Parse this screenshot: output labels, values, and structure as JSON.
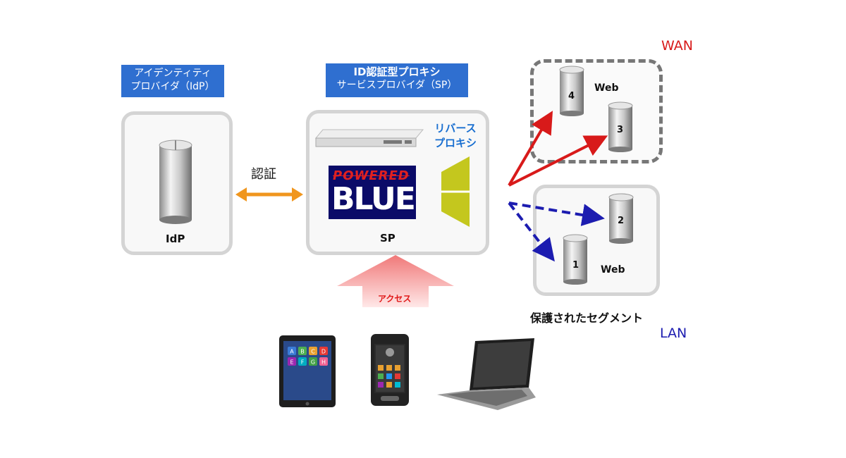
{
  "idp": {
    "header_line1": "アイデンティティ",
    "header_line2": "プロバイダ（IdP）",
    "label": "IdP"
  },
  "sp": {
    "header_line1": "ID認証型プロキシ",
    "header_line2": "サービスプロバイダ（SP）",
    "label": "SP",
    "reverse_proxy_line1": "リバース",
    "reverse_proxy_line2": "プロキシ",
    "logo_top": "POWERED",
    "logo_bottom": "BLUE"
  },
  "auth_label": "認証",
  "access_label": "アクセス",
  "wan": {
    "label": "WAN",
    "web_label": "Web",
    "servers": [
      "4",
      "3"
    ]
  },
  "lan": {
    "label": "LAN",
    "web_label": "Web",
    "servers": [
      "2",
      "1"
    ],
    "segment_label": "保護されたセグメント"
  },
  "devices": {
    "tablet_tiles": [
      "A",
      "B",
      "C",
      "D",
      "E",
      "F",
      "G",
      "H"
    ]
  },
  "colors": {
    "header_blue": "#2f6fd0",
    "wan_red": "#d81a1a",
    "lan_blue": "#1c1cb0",
    "auth_orange": "#f0961e",
    "proxy_olive": "#c4c71e",
    "access_pink": "#f4a0a0"
  }
}
